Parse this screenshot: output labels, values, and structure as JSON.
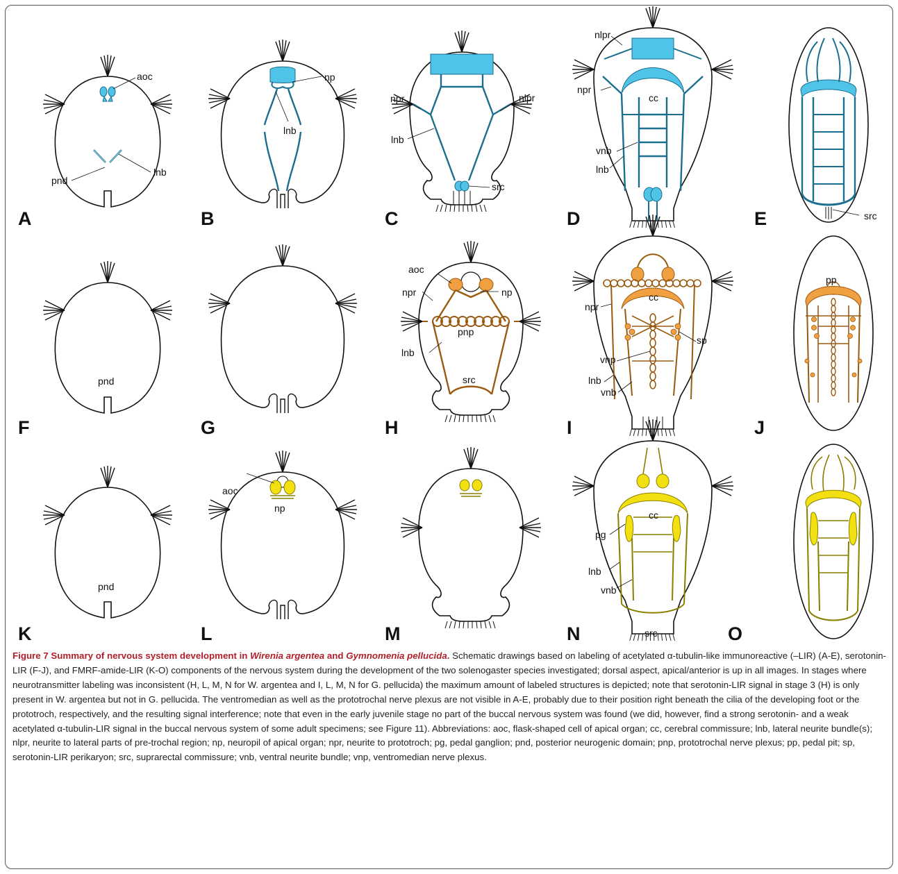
{
  "figure": {
    "panel_labels": [
      "A",
      "B",
      "C",
      "D",
      "E",
      "F",
      "G",
      "H",
      "I",
      "J",
      "K",
      "L",
      "M",
      "N",
      "O"
    ],
    "annotations": {
      "A": [
        "aoc",
        "pnd",
        "lnb"
      ],
      "B": [
        "np",
        "lnb"
      ],
      "C": [
        "npr",
        "nlpr",
        "lnb",
        "src"
      ],
      "D": [
        "nlpr",
        "cc",
        "npr",
        "vnb",
        "lnb"
      ],
      "E": [
        "src"
      ],
      "F": [
        "pnd"
      ],
      "H": [
        "aoc",
        "np",
        "npr",
        "pnp",
        "lnb",
        "src"
      ],
      "I": [
        "cc",
        "npr",
        "sp",
        "vnp",
        "lnb",
        "vnb"
      ],
      "J": [
        "pp"
      ],
      "K": [
        "pnd"
      ],
      "L": [
        "aoc",
        "np"
      ],
      "N": [
        "cc",
        "pg",
        "lnb",
        "vnb",
        "src"
      ]
    },
    "colors": {
      "row1_acetylated_tubulin": "#4fc3e8",
      "row2_serotonin": "#f0a040",
      "row3_fmrfamide": "#f3e010",
      "outline": "#111111"
    }
  },
  "caption": {
    "title_prefix": "Figure 7 Summary of nervous system development in ",
    "species1": "Wirenia argentea",
    "title_and": " and ",
    "species2": "Gymnomenia pellucida",
    "title_suffix": ".",
    "body": " Schematic drawings based on labeling of acetylated α-tubulin-like immunoreactive (–LIR) (A-E), serotonin-LIR (F-J), and FMRF-amide-LIR (K-O) components of the nervous system during the development of the two solenogaster species investigated; dorsal aspect, apical/anterior is up in all images. In stages where neurotransmitter labeling was inconsistent (H, L, M, N for W. argentea and I, L, M, N for G. pellucida) the maximum amount of labeled structures is depicted; note that serotonin-LIR signal in stage 3 (H) is only present in W. argentea but not in G. pellucida. The ventromedian as well as the prototrochal nerve plexus are not visible in A-E, probably due to their position right beneath the cilia of the developing foot or the prototroch, respectively, and the resulting signal interference; note that even in the early juvenile stage no part of the buccal nervous system was found (we did, however, find a strong serotonin- and a weak acetylated α-tubulin-LIR signal in the buccal nervous system of some adult specimens; see Figure 11). Abbreviations: aoc, flask-shaped cell of apical organ; cc, cerebral commissure; lnb, lateral neurite bundle(s); nlpr, neurite to lateral parts of pre-trochal region; np, neuropil of apical organ; npr, neurite to prototroch; pg, pedal ganglion; pnd, posterior neurogenic domain; pnp, prototrochal nerve plexus; pp, pedal pit; sp, serotonin-LIR perikaryon; src, suprarectal commissure; vnb, ventral neurite bundle; vnp, ventromedian nerve plexus."
  }
}
